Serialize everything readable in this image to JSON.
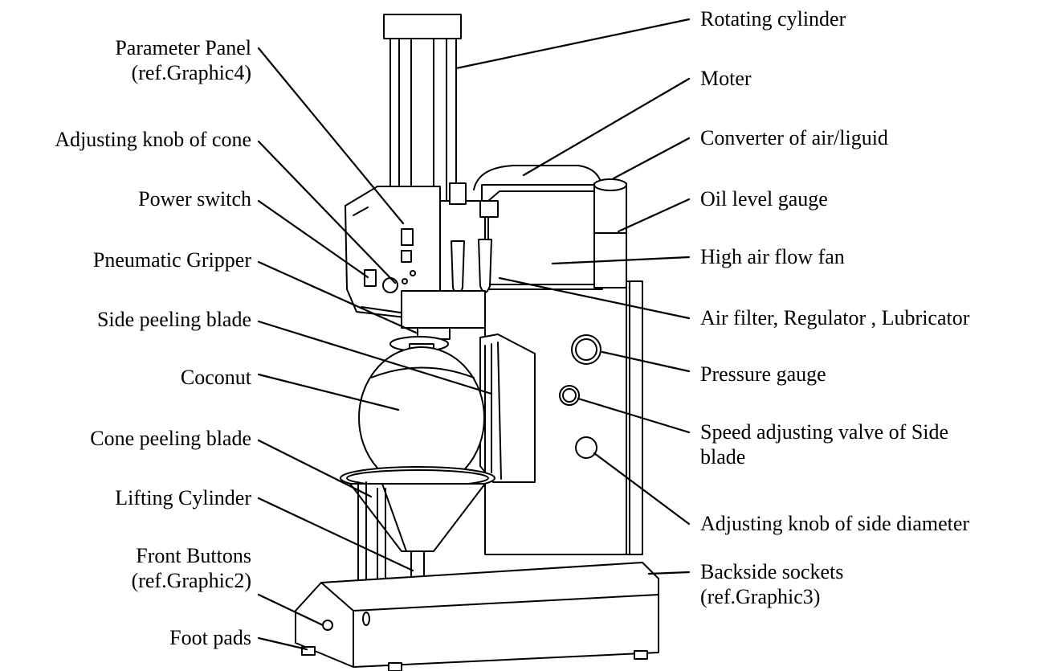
{
  "diagram": {
    "labels_left": [
      {
        "id": "parameter-panel",
        "lines": [
          "Parameter  Panel",
          "(ref.Graphic4)"
        ]
      },
      {
        "id": "adjusting-knob-cone",
        "lines": [
          "Adjusting knob of cone"
        ]
      },
      {
        "id": "power-switch",
        "lines": [
          "Power  switch"
        ]
      },
      {
        "id": "pneumatic-gripper",
        "lines": [
          "Pneumatic  Gripper"
        ]
      },
      {
        "id": "side-peeling-blade",
        "lines": [
          "Side  peeling  blade"
        ]
      },
      {
        "id": "coconut",
        "lines": [
          "Coconut"
        ]
      },
      {
        "id": "cone-peeling-blade",
        "lines": [
          "Cone peeling blade"
        ]
      },
      {
        "id": "lifting-cylinder",
        "lines": [
          "Lifting Cylinder"
        ]
      },
      {
        "id": "front-buttons",
        "lines": [
          "Front  Buttons",
          "(ref.Graphic2)"
        ]
      },
      {
        "id": "foot-pads",
        "lines": [
          "Foot pads"
        ]
      }
    ],
    "labels_right": [
      {
        "id": "rotating-cylinder",
        "lines": [
          "Rotating cylinder"
        ]
      },
      {
        "id": "moter",
        "lines": [
          "Moter"
        ]
      },
      {
        "id": "converter",
        "lines": [
          "Converter of air/liguid"
        ]
      },
      {
        "id": "oil-level-gauge",
        "lines": [
          "Oil level gauge"
        ]
      },
      {
        "id": "high-air-flow-fan",
        "lines": [
          "High air flow fan"
        ]
      },
      {
        "id": "air-filter",
        "lines": [
          "Air filter, Regulator , Lubricator"
        ]
      },
      {
        "id": "pressure-gauge",
        "lines": [
          "Pressure gauge"
        ]
      },
      {
        "id": "speed-adjusting-valve",
        "lines": [
          "Speed  adjusting  valve  of  Side",
          "blade"
        ]
      },
      {
        "id": "adjusting-knob-side",
        "lines": [
          "Adjusting knob of side diameter"
        ]
      },
      {
        "id": "backside-sockets",
        "lines": [
          "Backside sockets",
          "(ref.Graphic3)"
        ]
      }
    ]
  },
  "colors": {
    "ink": "#000000",
    "background": "#ffffff"
  }
}
